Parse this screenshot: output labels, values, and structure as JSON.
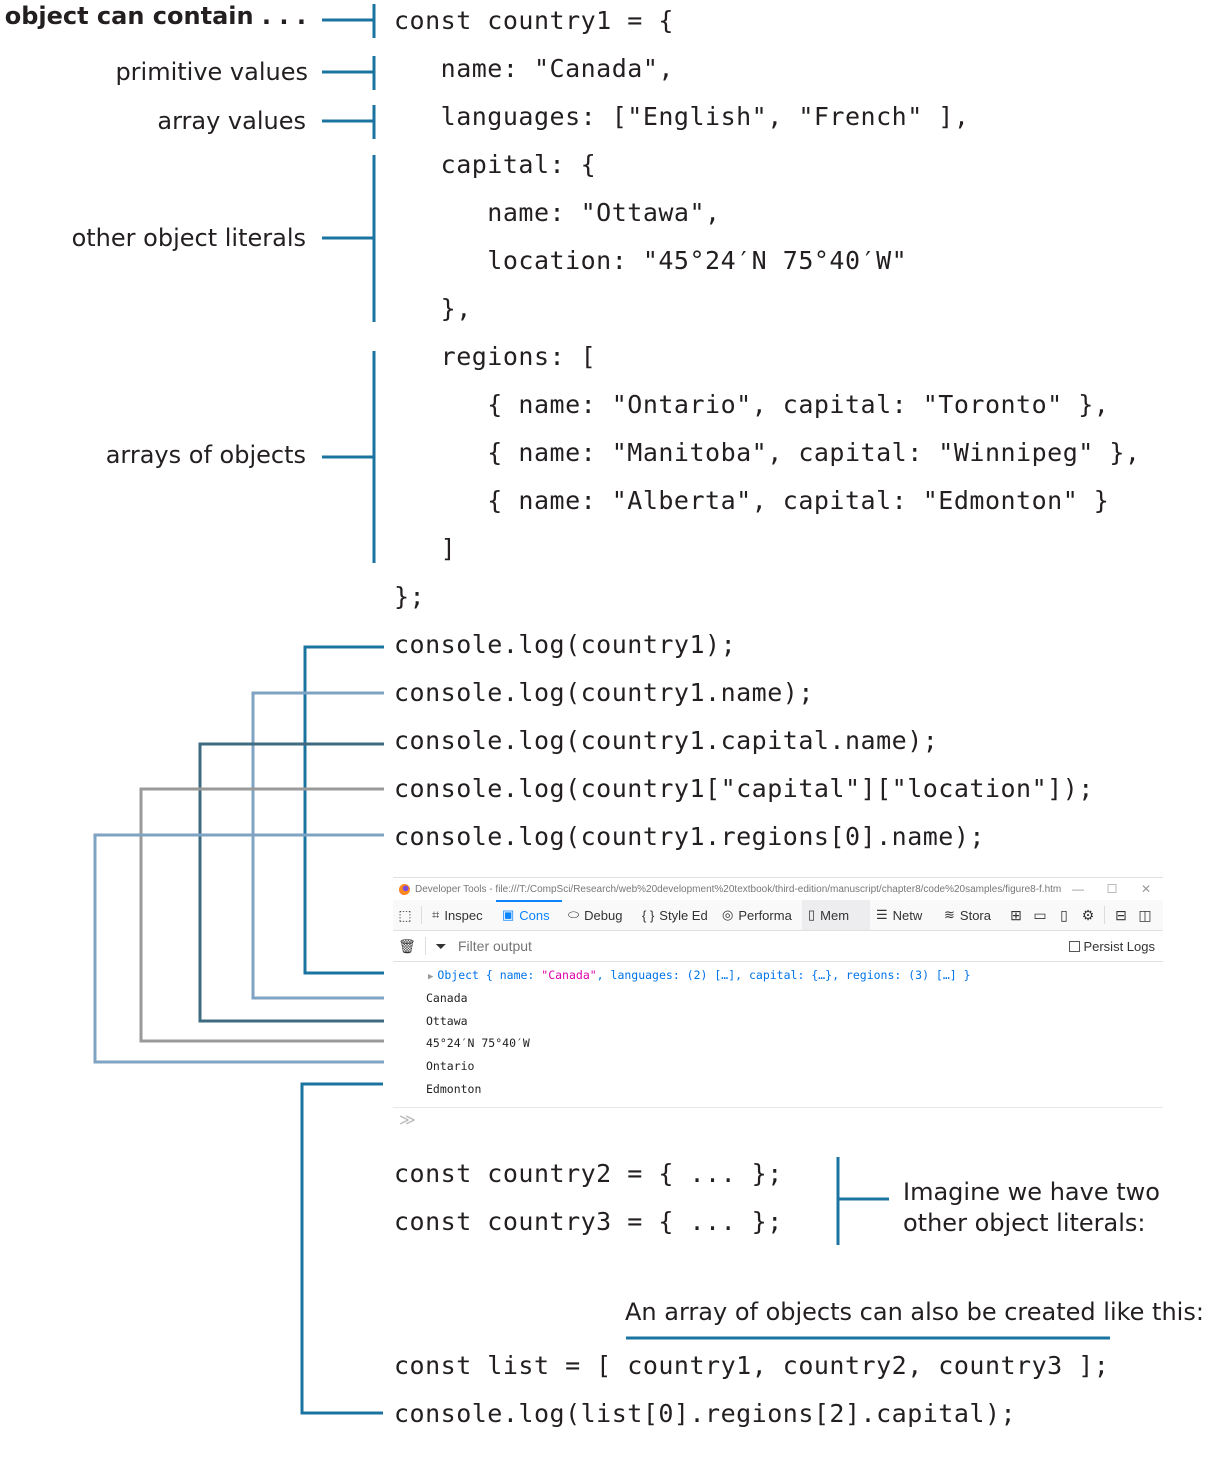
{
  "colors": {
    "connector_primary": "#1b74a0",
    "connector_light": "#7fa3c3",
    "connector_dark": "#3f6b80",
    "connector_gray": "#9a9a9a",
    "text": "#231f20"
  },
  "annotations": {
    "heading": "An object can contain . . .",
    "primitive": "primitive values",
    "array": "array values",
    "object_literals": "other object literals",
    "arrays_of_objects": "arrays of objects"
  },
  "code_object": {
    "lines": [
      "const country1 = {",
      "   name: \"Canada\",",
      "   languages: [\"English\", \"French\" ],",
      "   capital: {",
      "      name: \"Ottawa\",",
      "      location: \"45°24′N 75°40′W\"",
      "   },",
      "   regions: [",
      "      { name: \"Ontario\", capital: \"Toronto\" },",
      "      { name: \"Manitoba\", capital: \"Winnipeg\" },",
      "      { name: \"Alberta\", capital: \"Edmonton\" }",
      "   ]",
      "};"
    ]
  },
  "code_logs": {
    "lines": [
      "console.log(country1);",
      "console.log(country1.name);",
      "console.log(country1.capital.name);",
      "console.log(country1[\"capital\"][\"location\"]);",
      "console.log(country1.regions[0].name);"
    ]
  },
  "devtools": {
    "window_title": "Developer Tools - file:///T:/CompSci/Research/web%20development%20textbook/third-edition/manuscript/chapter8/code%20samples/figure8-f.html",
    "win_minimize": "—",
    "win_maximize": "☐",
    "win_close": "✕",
    "tabs": [
      {
        "icon": "inspector-icon",
        "glyph": "⌗",
        "label": "Inspec"
      },
      {
        "icon": "console-icon",
        "glyph": "▣",
        "label": "Cons"
      },
      {
        "icon": "debugger-icon",
        "glyph": "⬭",
        "label": "Debug"
      },
      {
        "icon": "style-editor-icon",
        "glyph": "{ }",
        "label": "Style Ed"
      },
      {
        "icon": "performance-icon",
        "glyph": "◎",
        "label": "Performa"
      },
      {
        "icon": "memory-icon",
        "glyph": "▯",
        "label": "Mem"
      },
      {
        "icon": "network-icon",
        "glyph": "☰",
        "label": "Netw"
      },
      {
        "icon": "storage-icon",
        "glyph": "≋",
        "label": "Stora"
      }
    ],
    "filter_placeholder": "Filter output",
    "persist_logs": "Persist Logs",
    "output": {
      "object_prefix": "Object { name: ",
      "object_name": "\"Canada\"",
      "object_suffix": ", languages: (2) […], capital: {…}, regions: (3) […] }",
      "lines": [
        "Canada",
        "Ottawa",
        "45°24′N 75°40′W",
        "Ontario",
        "Edmonton"
      ]
    },
    "prompt_glyph": "≫"
  },
  "code_more": {
    "lines": [
      "const country2 = { ... };",
      "const country3 = { ... };"
    ]
  },
  "note_imagine": {
    "line1": "Imagine we have two",
    "line2": "other object literals:"
  },
  "note_array": "An array of objects can also be created like this:",
  "code_list": {
    "lines": [
      "const list = [ country1, country2, country3 ];",
      "console.log(list[0].regions[2].capital);"
    ]
  }
}
